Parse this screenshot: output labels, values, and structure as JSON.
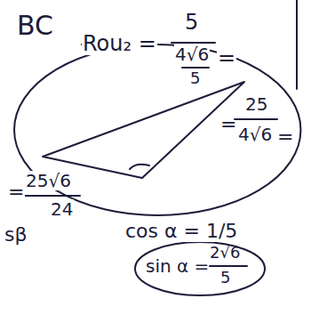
{
  "diagram": {
    "nodes": [
      {
        "text": [
          "=",
          "25",
          "4√6",
          "="
        ]
      },
      {
        "text": [
          "sin α =",
          "2√6",
          "5"
        ]
      }
    ],
    "labels": [
      "BC",
      "Rou₂ =",
      "5",
      "4√6",
      "5",
      "=",
      "=",
      "25√6",
      "24",
      "sβ",
      "cos α = 1/5"
    ]
  }
}
